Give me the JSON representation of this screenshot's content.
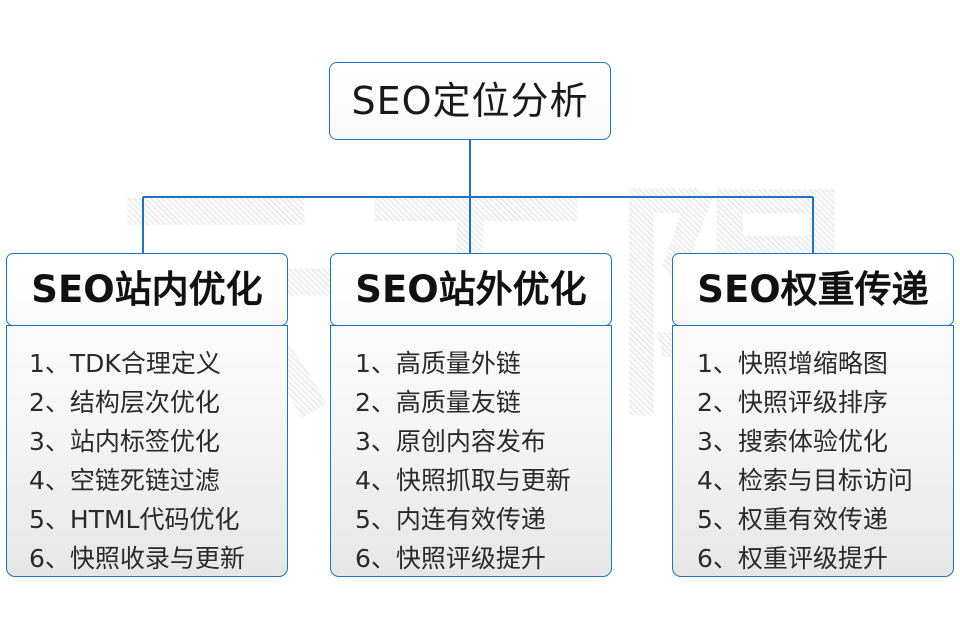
{
  "diagram": {
    "type": "org-tree",
    "accent_color": "#1a76c4",
    "background_color": "#ffffff",
    "body_fill_top": "#fbfbfb",
    "body_fill_bottom": "#e6e6e6",
    "text_color": "#1a1a1a",
    "watermark_text": "云无限",
    "watermark_color": "#ededed"
  },
  "root": {
    "title": "SEO定位分析"
  },
  "columns": [
    {
      "id": "seo-onsite",
      "title": "SEO站内优化",
      "items": [
        "1、TDK合理定义",
        "2、结构层次优化",
        "3、站内标签优化",
        "4、空链死链过滤",
        "5、HTML代码优化",
        "6、快照收录与更新"
      ]
    },
    {
      "id": "seo-offsite",
      "title": "SEO站外优化",
      "items": [
        "1、高质量外链",
        "2、高质量友链",
        "3、原创内容发布",
        "4、快照抓取与更新",
        "5、内连有效传递",
        "6、快照评级提升"
      ]
    },
    {
      "id": "seo-weight",
      "title": "SEO权重传递",
      "items": [
        "1、快照增缩略图",
        "2、快照评级排序",
        "3、搜索体验优化",
        "4、检索与目标访问",
        "5、权重有效传递",
        "6、权重评级提升"
      ]
    }
  ]
}
